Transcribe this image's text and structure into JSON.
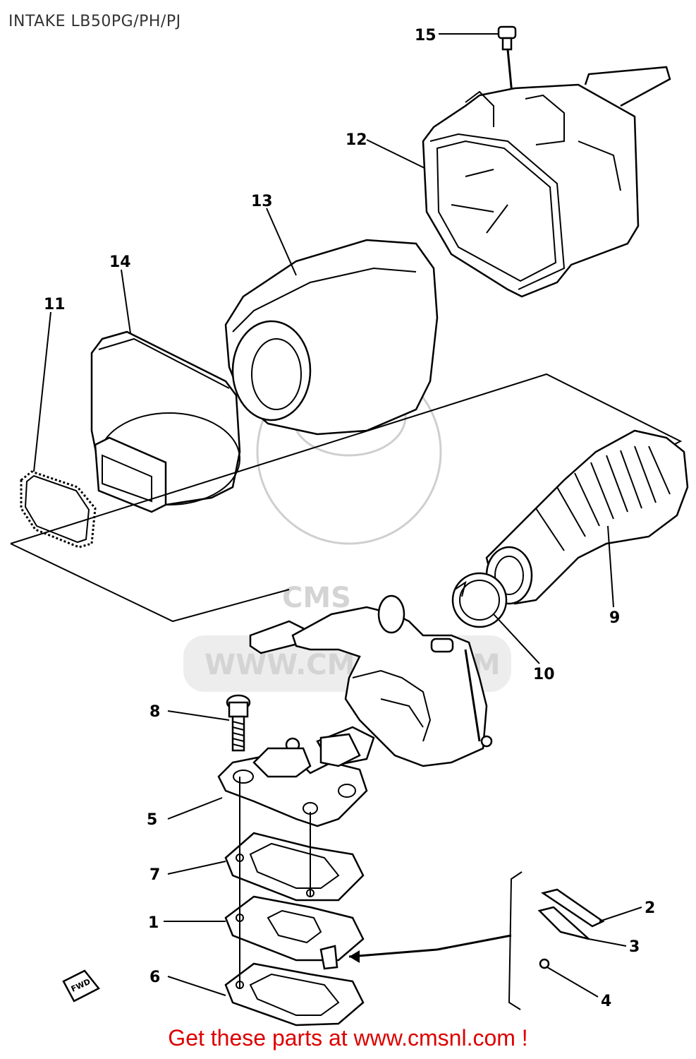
{
  "header": {
    "title": "INTAKE LB50PG/PH/PJ"
  },
  "watermark": {
    "logo_text": "CMS",
    "url_text": "WWW.CMSNL.COM"
  },
  "fwd_mark": "FWD",
  "callouts": [
    "15",
    "12",
    "13",
    "14",
    "11",
    "9",
    "10",
    "8",
    "5",
    "7",
    "1",
    "6",
    "2",
    "3",
    "4"
  ],
  "footer": {
    "text": "Get these parts at www.cmsnl.com !",
    "color": "#dd0000"
  }
}
